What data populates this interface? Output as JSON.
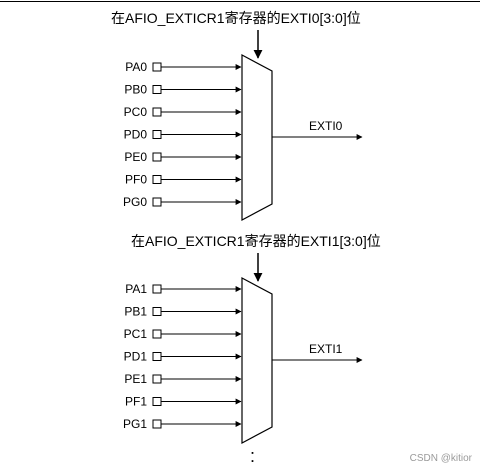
{
  "mux1": {
    "title": "在AFIO_EXTICR1寄存器的EXTI0[3:0]位",
    "inputs": [
      "PA0",
      "PB0",
      "PC0",
      "PD0",
      "PE0",
      "PF0",
      "PG0"
    ],
    "output": "EXTI0"
  },
  "mux2": {
    "title": "在AFIO_EXTICR1寄存器的EXTI1[3:0]位",
    "inputs": [
      "PA1",
      "PB1",
      "PC1",
      "PD1",
      "PE1",
      "PF1",
      "PG1"
    ],
    "output": "EXTI1"
  },
  "continuation": ":",
  "watermark": "CSDN @kitior"
}
